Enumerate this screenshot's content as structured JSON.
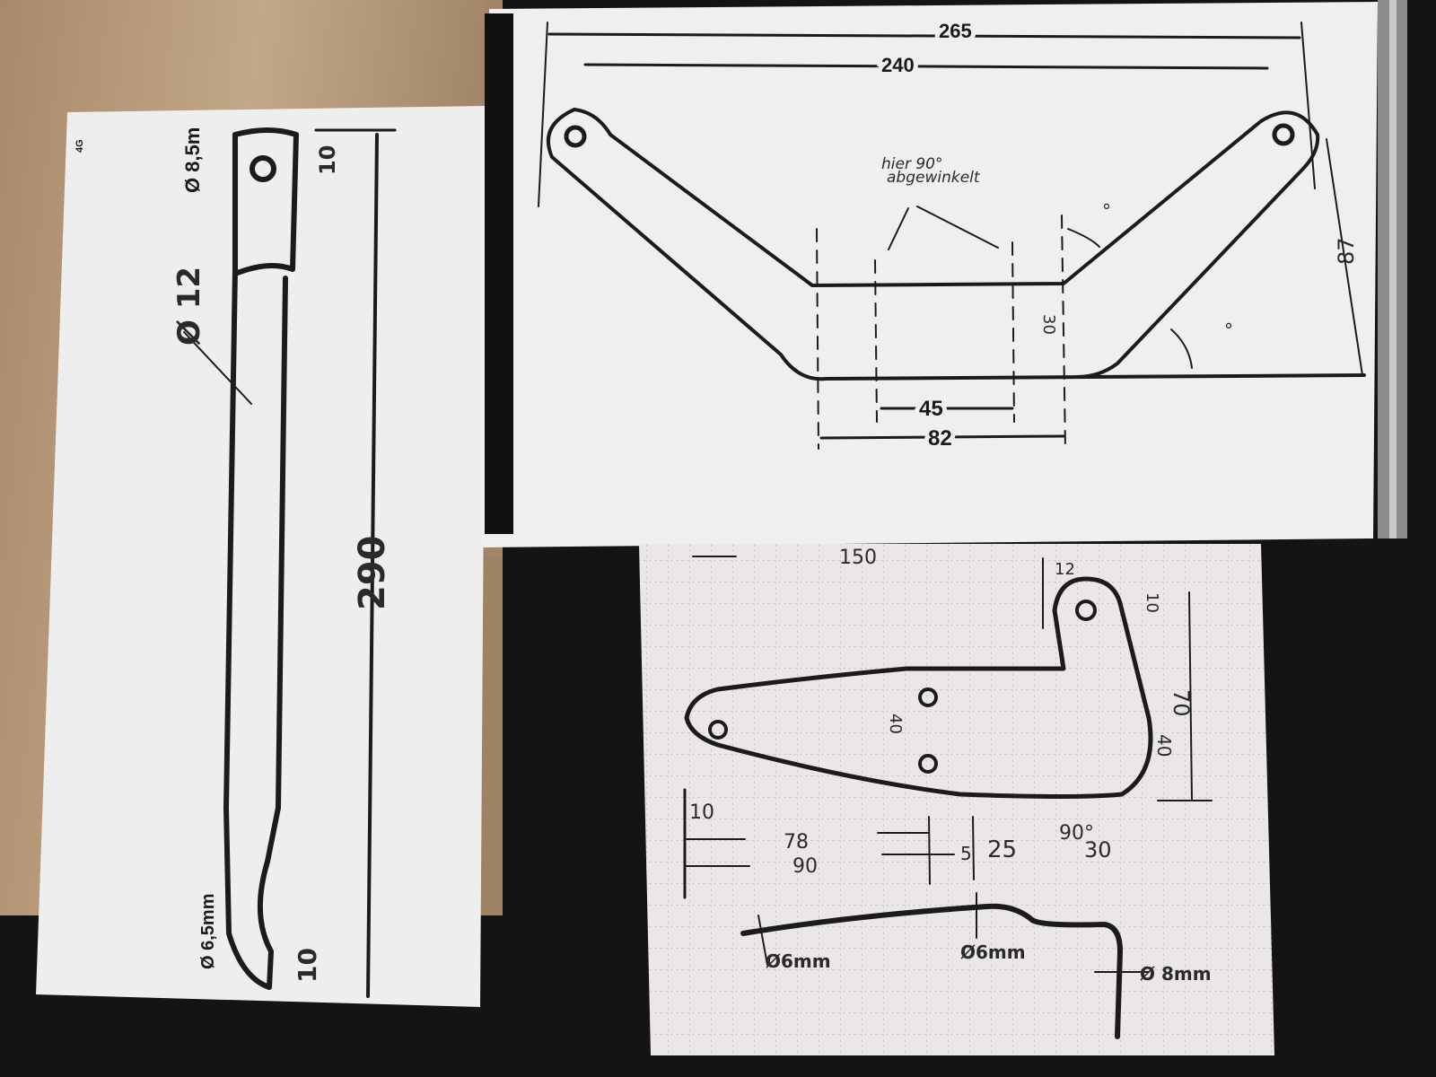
{
  "left_sheet": {
    "phone_status": "4G",
    "hole_diameter": "Ø 8,5m",
    "top_length": "10",
    "rod_diameter": "Ø 12",
    "total_length": "290",
    "tip_diameter": "Ø 6,5mm",
    "tip_length": "10"
  },
  "top_sheet": {
    "overall_width": "265",
    "hole_spacing": "240",
    "bend_note_line1": "hier 90°",
    "bend_note_line2": "abgewinkelt",
    "inner_width": "45",
    "outer_width": "82",
    "height": "87",
    "flange": "30",
    "angle_mark_a": "°",
    "angle_mark_b": "°"
  },
  "bottom_sheet": {
    "overall_length": "150",
    "tab_width": "12",
    "tab_height": "10",
    "right_height": "70",
    "lower_height": "40",
    "hole_spacing": "40",
    "left_offset": "10",
    "dim_78": "78",
    "dim_90": "90",
    "dim_5": "5",
    "dim_25": "25",
    "angle": "90°",
    "dim_30": "30",
    "rod_diameter_1": "Ø6mm",
    "rod_diameter_2": "Ø6mm",
    "rod_diameter_3": "Ø 8mm"
  }
}
